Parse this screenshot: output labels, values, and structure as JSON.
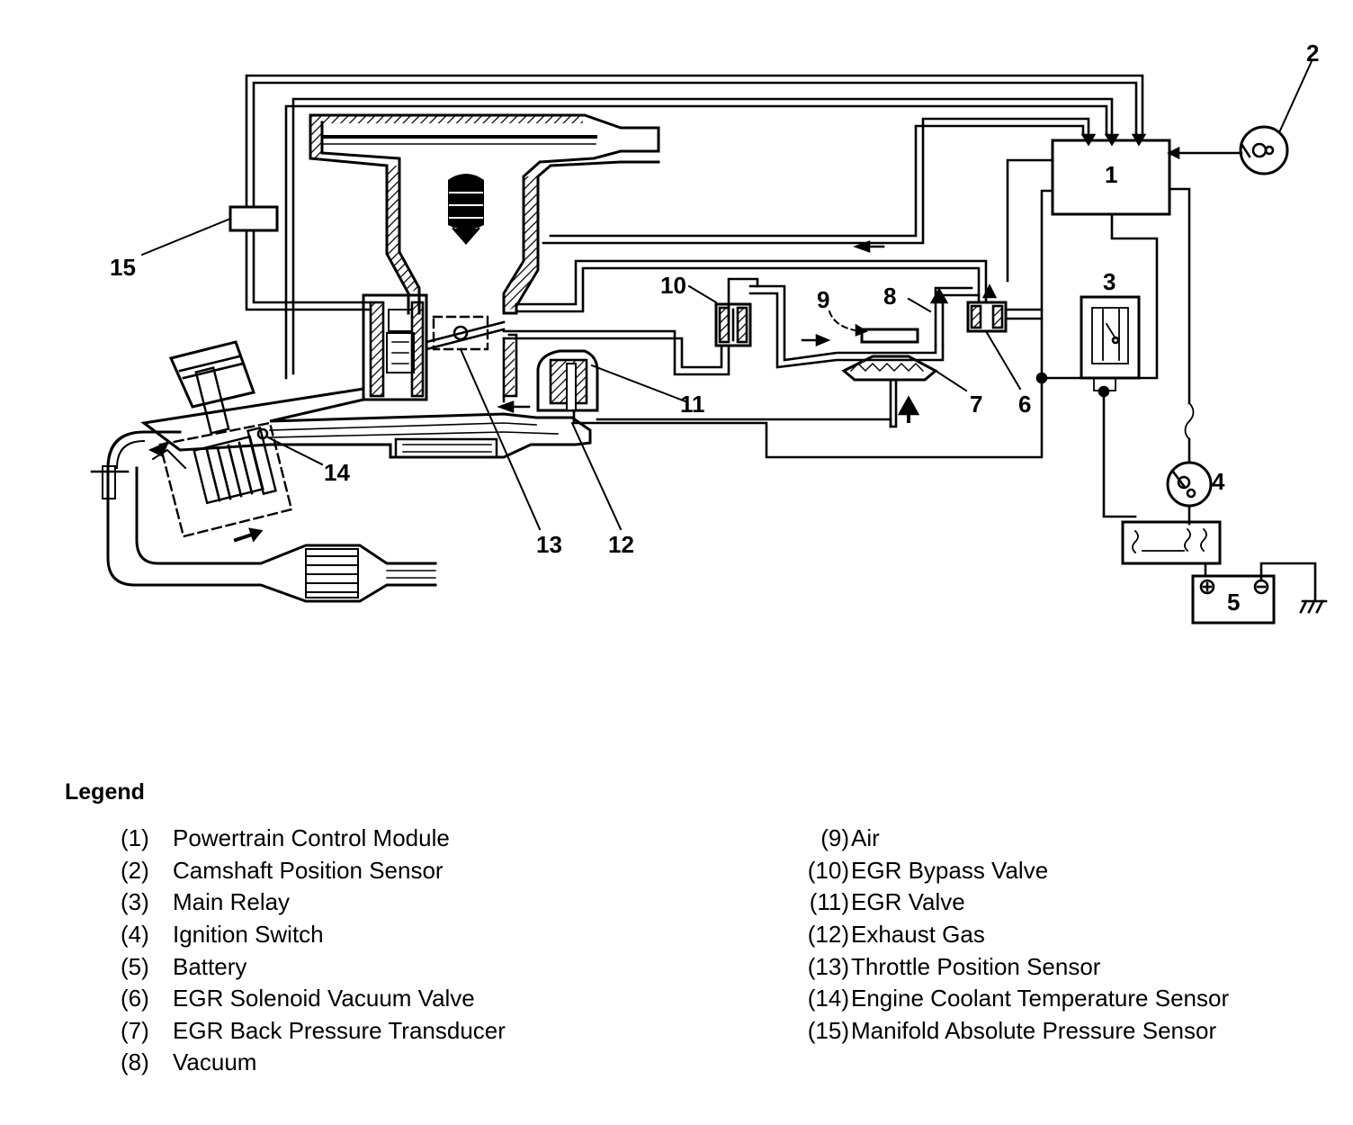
{
  "diagram": {
    "callouts": {
      "c1": "1",
      "c2": "2",
      "c3": "3",
      "c4": "4",
      "c5": "5",
      "c6": "6",
      "c7": "7",
      "c8": "8",
      "c9": "9",
      "c10": "10",
      "c11": "11",
      "c12": "12",
      "c13": "13",
      "c14": "14",
      "c15": "15"
    }
  },
  "legend": {
    "title": "Legend",
    "left": [
      {
        "num": "(1)",
        "text": "Powertrain Control Module"
      },
      {
        "num": "(2)",
        "text": "Camshaft Position Sensor"
      },
      {
        "num": "(3)",
        "text": "Main Relay"
      },
      {
        "num": "(4)",
        "text": "Ignition Switch"
      },
      {
        "num": "(5)",
        "text": "Battery"
      },
      {
        "num": "(6)",
        "text": "EGR Solenoid Vacuum Valve"
      },
      {
        "num": "(7)",
        "text": "EGR Back Pressure Transducer"
      },
      {
        "num": "(8)",
        "text": "Vacuum"
      }
    ],
    "right": [
      {
        "num": "(9)",
        "text": "Air"
      },
      {
        "num": "(10)",
        "text": "EGR Bypass Valve"
      },
      {
        "num": "(11)",
        "text": "EGR Valve"
      },
      {
        "num": "(12)",
        "text": "Exhaust Gas"
      },
      {
        "num": "(13)",
        "text": "Throttle Position Sensor"
      },
      {
        "num": "(14)",
        "text": "Engine Coolant Temperature Sensor"
      },
      {
        "num": "(15)",
        "text": "Manifold Absolute Pressure Sensor"
      }
    ]
  }
}
